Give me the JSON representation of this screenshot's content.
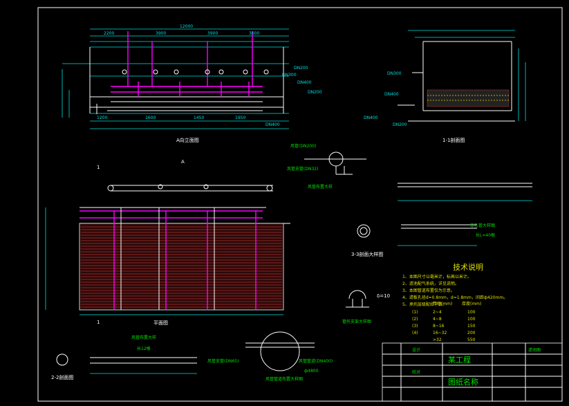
{
  "dims_top": [
    "12000",
    "2200",
    "3900",
    "3900",
    "3600",
    "1200",
    "1600",
    "1450",
    "1950"
  ],
  "pipe_labels": {
    "dn200": "DN200",
    "dn300": "DN300",
    "dn400": "DN400",
    "dn200b": "DN200",
    "dn400b": "DN400",
    "dn300r": "DN300",
    "dn400r1": "DN400",
    "dn400r2": "DN400",
    "dn200r": "DN200"
  },
  "views": {
    "a_elev": "A向立面图",
    "sec_11": "1-1剖面图",
    "plan": "平面图",
    "sec_22": "2-2剖面图",
    "sec_33": "3-3剖面大样图",
    "a_arrow": "A",
    "mark_1": "1"
  },
  "details": {
    "air_branch": "风管布置大样",
    "air_note": "风管(DN200)",
    "air_sub": "风管支管(DN32)",
    "perf_pipe": "穿孔管大样图",
    "perf_len": "长L=40根",
    "nozzle": "长12根",
    "support": "管托支架大样图",
    "delta": "δ=10",
    "main_pipe": "风管管道布置大样图",
    "hole_a": "风管支管(DN65)",
    "hole_b": "风管管道(DN400)",
    "hole_dim": "ф4800"
  },
  "tech": {
    "title": "技术说明",
    "lines": [
      "1、本图尺寸以毫米计，标高以米计。",
      "2、滤池配气系统，详见说明。",
      "3、本图管道布置仅为示意。",
      "4、滤板孔径d=0.8mm，d=1.8mm，间距ф420mm。",
      "5、承托层级配如下表："
    ],
    "table_head": [
      "粒径(mm)",
      "厚度(mm)"
    ],
    "table": [
      [
        "(1)",
        "2~4",
        "100"
      ],
      [
        "(2)",
        "4~8",
        "100"
      ],
      [
        "(3)",
        "8~16",
        "150"
      ],
      [
        "(4)",
        "16~32",
        "200"
      ],
      [
        "",
        ">32",
        "550"
      ]
    ]
  },
  "title_block": {
    "project": "某工程",
    "drawing": "滤池图",
    "sheet": "图纸名称",
    "design": "设计",
    "check": "校对"
  }
}
